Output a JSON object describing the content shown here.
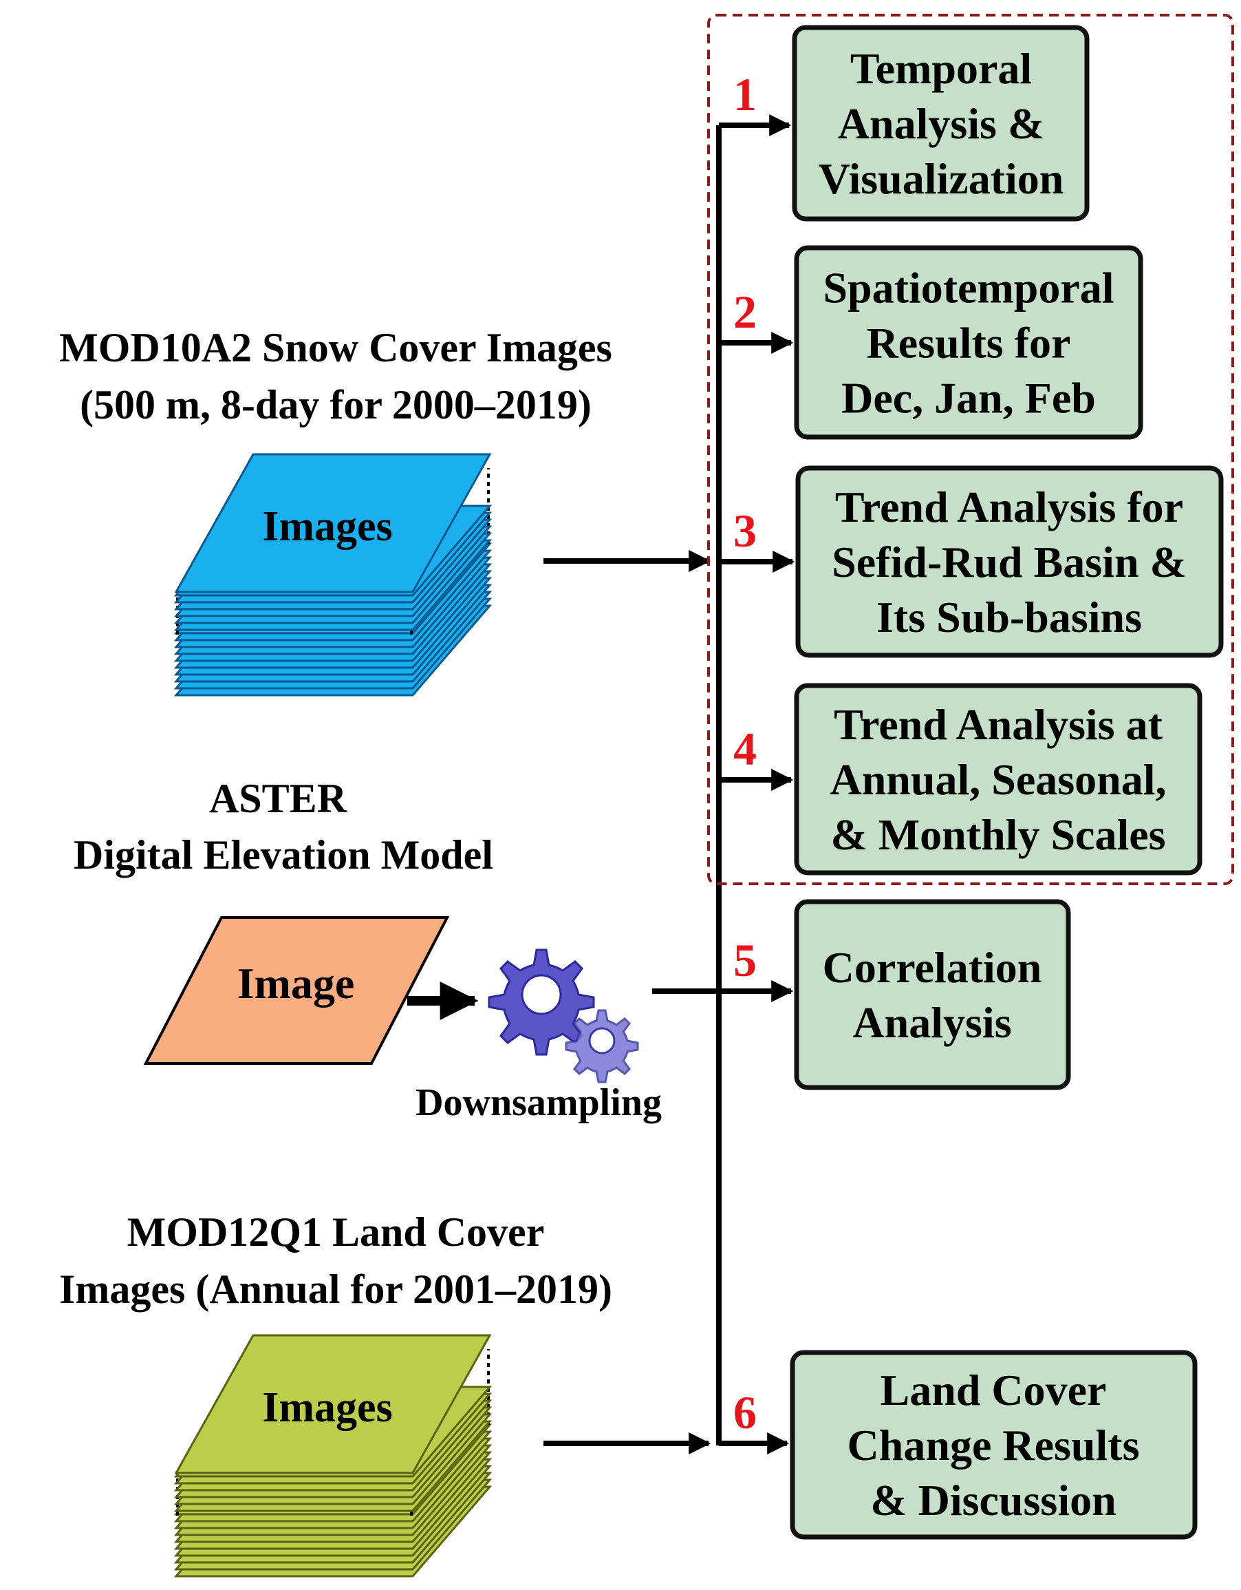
{
  "inputs": {
    "snow": {
      "title_line1": "MOD10A2 Snow Cover Images",
      "title_line2": "(500 m, 8-day for 2000–2019)",
      "stack_label": "Images",
      "color": "#1ab0f0"
    },
    "dem": {
      "title_line1": "ASTER",
      "title_line2": "Digital Elevation Model",
      "shape_label": "Image",
      "process_label": "Downsampling",
      "color": "#f9ad80",
      "gear_color": "#5a55c8"
    },
    "land": {
      "title_line1": "MOD12Q1 Land Cover",
      "title_line2": "Images (Annual for 2001–2019)",
      "stack_label": "Images",
      "color": "#bccc4b"
    }
  },
  "outputs": [
    {
      "number": "1",
      "lines": [
        "Temporal",
        "Analysis &",
        "Visualization"
      ]
    },
    {
      "number": "2",
      "lines": [
        "Spatiotemporal",
        "Results for",
        "Dec, Jan, Feb"
      ]
    },
    {
      "number": "3",
      "lines": [
        "Trend Analysis for",
        "Sefid-Rud Basin &",
        "Its Sub-basins"
      ]
    },
    {
      "number": "4",
      "lines": [
        "Trend Analysis at",
        "Annual, Seasonal,",
        "& Monthly Scales"
      ]
    },
    {
      "number": "5",
      "lines": [
        "Correlation",
        "Analysis"
      ]
    },
    {
      "number": "6",
      "lines": [
        "Land Cover",
        "Change Results",
        "& Discussion"
      ]
    }
  ],
  "colors": {
    "output_box": "#c5dfc8",
    "group_border": "#8b1a1a",
    "step_number": "#e8141c"
  }
}
